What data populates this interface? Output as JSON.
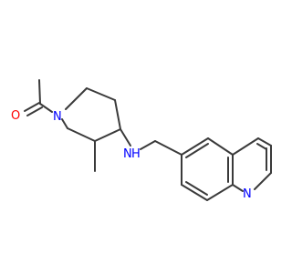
{
  "atoms": {
    "O": {
      "symbol": "O",
      "color": "#ff0000"
    },
    "N_amide": {
      "symbol": "N",
      "color": "#0000ff"
    },
    "N_amine": {
      "symbol": "N",
      "color": "#0000ff"
    },
    "H_amine": {
      "symbol": "H",
      "color": "#0000ff"
    },
    "N_quinoline": {
      "symbol": "N",
      "color": "#0000ff"
    }
  },
  "colors": {
    "bond": "#3a3a3a",
    "background": "#ffffff"
  }
}
